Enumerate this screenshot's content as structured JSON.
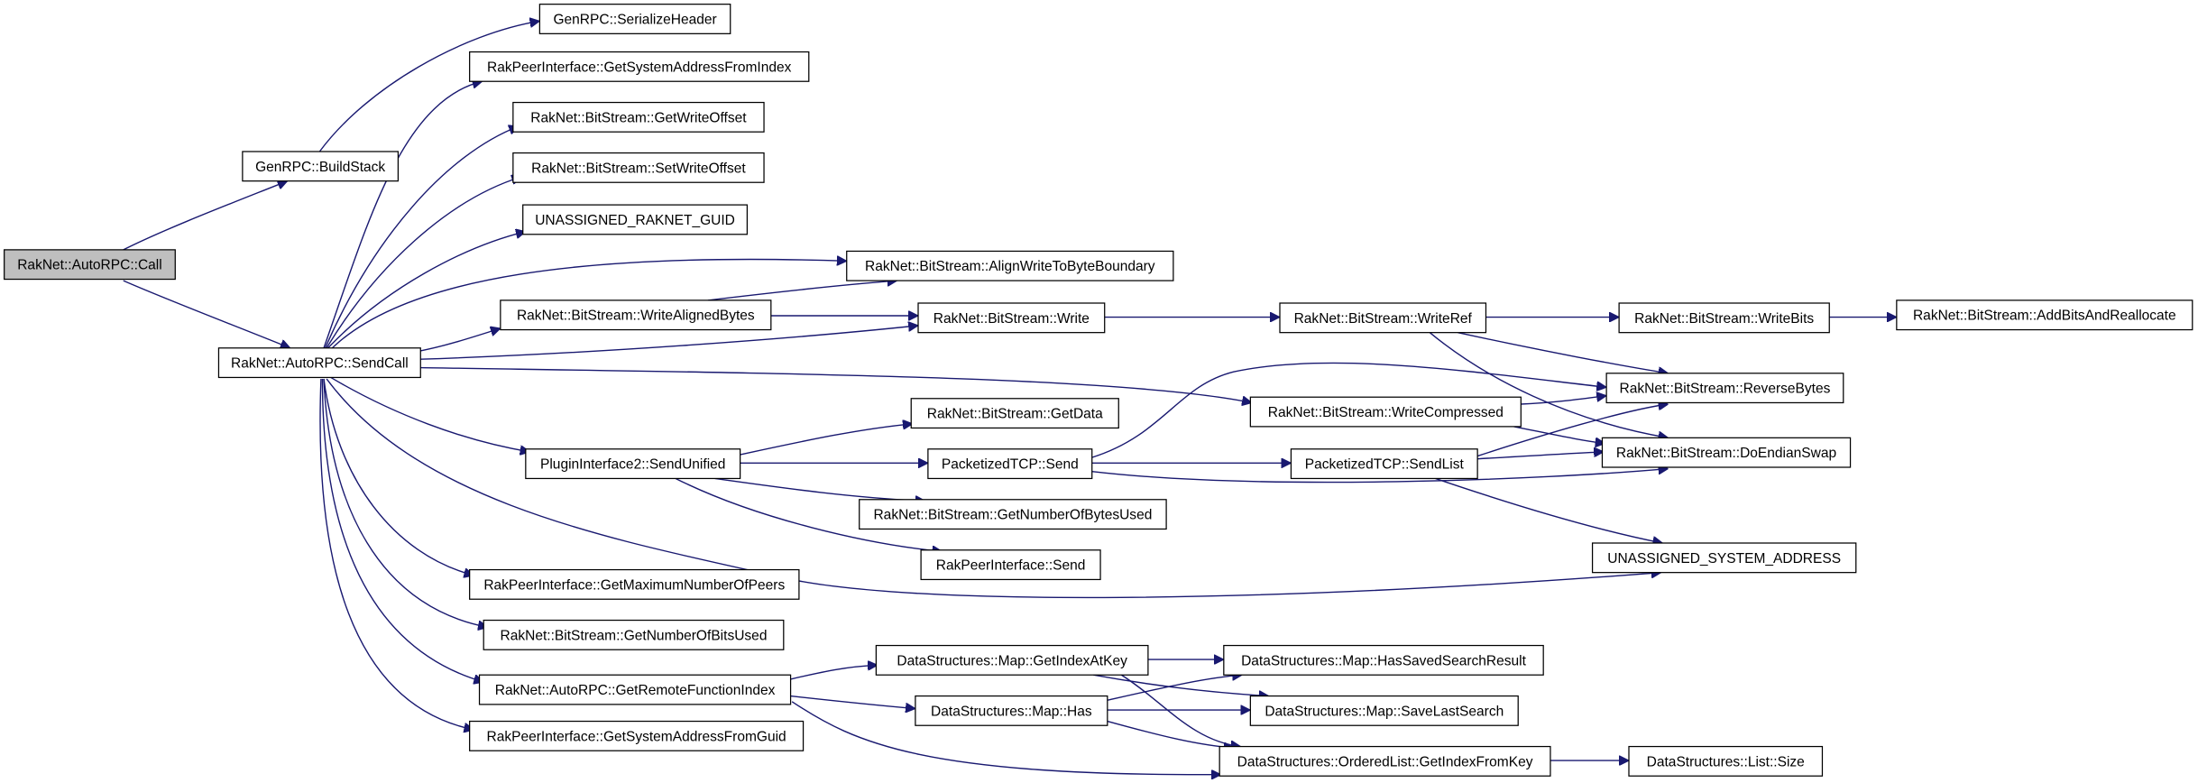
{
  "graph": {
    "nodes": [
      {
        "label": "RakNet::AutoRPC::Call"
      },
      {
        "label": "GenRPC::BuildStack"
      },
      {
        "label": "GenRPC::SerializeHeader"
      },
      {
        "label": "RakNet::AutoRPC::SendCall"
      },
      {
        "label": "RakPeerInterface::GetSystemAddressFromIndex"
      },
      {
        "label": "RakNet::BitStream::GetWriteOffset"
      },
      {
        "label": "RakNet::BitStream::SetWriteOffset"
      },
      {
        "label": "UNASSIGNED_RAKNET_GUID"
      },
      {
        "label": "RakNet::BitStream::AlignWriteToByteBoundary"
      },
      {
        "label": "RakNet::BitStream::WriteAlignedBytes"
      },
      {
        "label": "RakNet::BitStream::Write"
      },
      {
        "label": "RakNet::BitStream::WriteRef"
      },
      {
        "label": "RakNet::BitStream::WriteBits"
      },
      {
        "label": "RakNet::BitStream::AddBitsAndReallocate"
      },
      {
        "label": "RakNet::BitStream::ReverseBytes"
      },
      {
        "label": "RakNet::BitStream::WriteCompressed"
      },
      {
        "label": "RakNet::BitStream::DoEndianSwap"
      },
      {
        "label": "RakNet::BitStream::GetData"
      },
      {
        "label": "PluginInterface2::SendUnified"
      },
      {
        "label": "PacketizedTCP::Send"
      },
      {
        "label": "PacketizedTCP::SendList"
      },
      {
        "label": "RakNet::BitStream::GetNumberOfBytesUsed"
      },
      {
        "label": "RakPeerInterface::Send"
      },
      {
        "label": "UNASSIGNED_SYSTEM_ADDRESS"
      },
      {
        "label": "RakPeerInterface::GetMaximumNumberOfPeers"
      },
      {
        "label": "RakNet::BitStream::GetNumberOfBitsUsed"
      },
      {
        "label": "RakNet::AutoRPC::GetRemoteFunctionIndex"
      },
      {
        "label": "RakPeerInterface::GetSystemAddressFromGuid"
      },
      {
        "label": "DataStructures::Map::GetIndexAtKey"
      },
      {
        "label": "DataStructures::Map::HasSavedSearchResult"
      },
      {
        "label": "DataStructures::Map::Has"
      },
      {
        "label": "DataStructures::Map::SaveLastSearch"
      },
      {
        "label": "DataStructures::OrderedList::GetIndexFromKey"
      },
      {
        "label": "DataStructures::List::Size"
      }
    ]
  },
  "colors": {
    "edge": "#191970",
    "node_fill": "#ffffff",
    "root_fill": "#bfbfbf",
    "border": "#000000",
    "text": "#000000",
    "background": "#ffffff"
  }
}
